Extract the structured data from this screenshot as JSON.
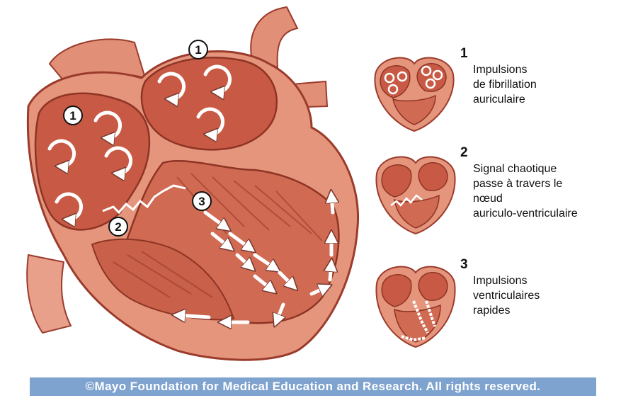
{
  "callout_markers": {
    "atrium_right": "1",
    "atrium_left": "1",
    "av_node": "2",
    "ventricle": "3"
  },
  "steps": [
    {
      "number": "1",
      "text": "Impulsions\nde fibrillation\nauriculaire"
    },
    {
      "number": "2",
      "text": "Signal chaotique\npasse à travers le\nnœud\nauriculo-ventriculaire"
    },
    {
      "number": "3",
      "text": "Impulsions\nventriculaires\nrapides"
    }
  ],
  "credit": "©Mayo Foundation for Medical Education and Research.  All rights reserved.",
  "colors": {
    "tissue": "#e5957c",
    "tissue_light": "#f2c2ad",
    "chamber": "#c85a45",
    "outline": "#9b3b2c",
    "credit_bar": "#7fa3cf"
  }
}
